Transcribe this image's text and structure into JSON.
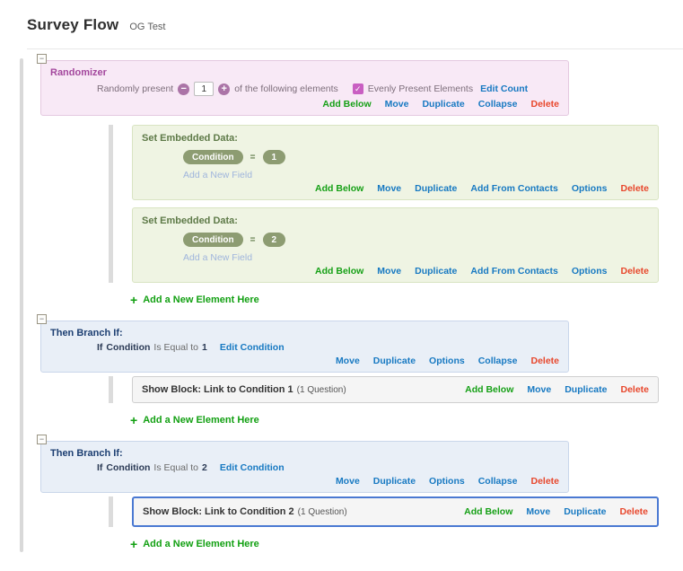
{
  "header": {
    "title": "Survey Flow",
    "subtitle": "OG Test"
  },
  "colors": {
    "randomizer_bg": "#f8e9f6",
    "randomizer_title": "#a3479d",
    "embedded_bg": "#eff4e3",
    "embedded_title": "#5e7a48",
    "pill_bg": "#8d9c72",
    "branch_bg": "#e9eff7",
    "branch_title": "#1d3f72",
    "link_blue": "#1779c2",
    "action_green": "#16a016",
    "action_red": "#e8472c",
    "checkbox_pink": "#c95fc2",
    "stepper_purple": "#ab74a7",
    "selected_border": "#4a79d2"
  },
  "icons": {
    "collapse_tree": "−",
    "minus": "−",
    "plus": "+",
    "check": "✓",
    "add_plus": "+"
  },
  "randomizer": {
    "title": "Randomizer",
    "randomly_present_label": "Randomly present",
    "count_value": "1",
    "of_elements_label": "of the following elements",
    "evenly_label": "Evenly Present Elements",
    "edit_count_label": "Edit Count",
    "actions": [
      "Add Below",
      "Move",
      "Duplicate",
      "Collapse",
      "Delete"
    ]
  },
  "embedded_data": [
    {
      "title": "Set Embedded Data:",
      "field": "Condition",
      "equals": "=",
      "value": "1",
      "add_field_label": "Add a New Field",
      "actions": [
        "Add Below",
        "Move",
        "Duplicate",
        "Add From Contacts",
        "Options",
        "Delete"
      ]
    },
    {
      "title": "Set Embedded Data:",
      "field": "Condition",
      "equals": "=",
      "value": "2",
      "add_field_label": "Add a New Field",
      "actions": [
        "Add Below",
        "Move",
        "Duplicate",
        "Add From Contacts",
        "Options",
        "Delete"
      ]
    }
  ],
  "add_element_label": "Add a New Element Here",
  "branches": [
    {
      "title": "Then Branch If:",
      "if_label": "If",
      "field": "Condition",
      "operator": "Is Equal to",
      "value": "1",
      "edit_condition_label": "Edit Condition",
      "actions": [
        "Move",
        "Duplicate",
        "Options",
        "Collapse",
        "Delete"
      ],
      "block": {
        "title": "Show Block: Link to Condition 1",
        "meta": "(1 Question)",
        "actions": [
          "Add Below",
          "Move",
          "Duplicate",
          "Delete"
        ]
      }
    },
    {
      "title": "Then Branch If:",
      "if_label": "If",
      "field": "Condition",
      "operator": "Is Equal to",
      "value": "2",
      "edit_condition_label": "Edit Condition",
      "actions": [
        "Move",
        "Duplicate",
        "Options",
        "Collapse",
        "Delete"
      ],
      "block": {
        "title": "Show Block: Link to Condition 2",
        "meta": "(1 Question)",
        "actions": [
          "Add Below",
          "Move",
          "Duplicate",
          "Delete"
        ]
      }
    }
  ]
}
